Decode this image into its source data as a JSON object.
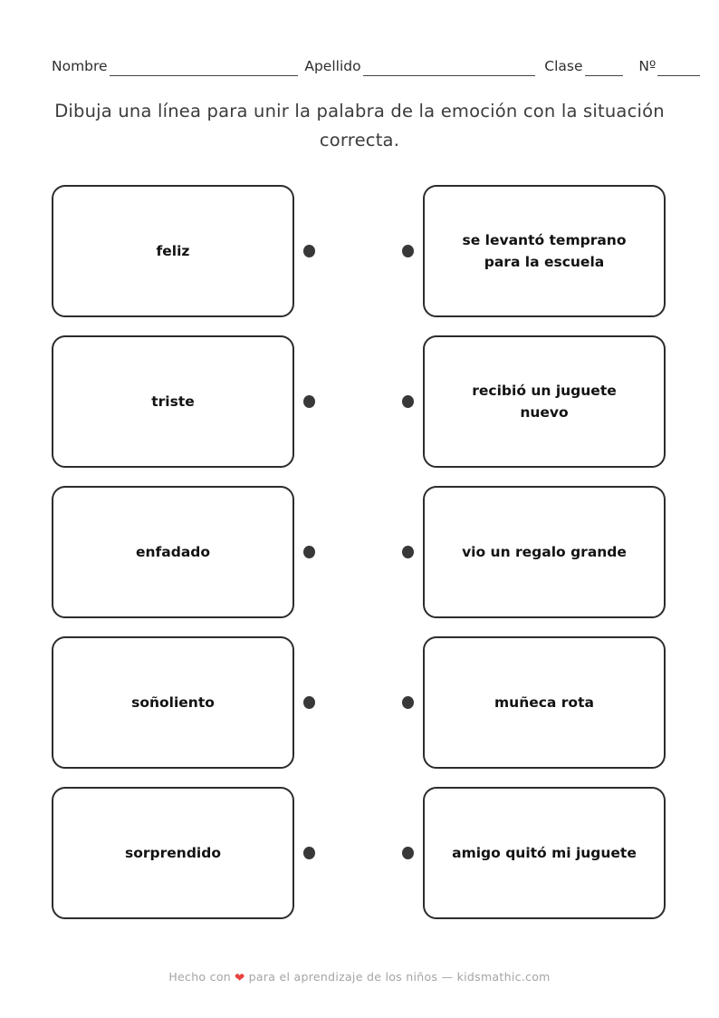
{
  "header": {
    "fields": [
      {
        "label": "Nombre"
      },
      {
        "label": "Apellido"
      },
      {
        "label": "Clase"
      },
      {
        "label": "Nº"
      }
    ]
  },
  "title": "Dibuja una línea para unir la palabra de la emoción con la situación correcta.",
  "pairs": [
    {
      "emotion": "feliz",
      "situation": "se levantó temprano para la escuela"
    },
    {
      "emotion": "triste",
      "situation": "recibió un juguete nuevo"
    },
    {
      "emotion": "enfadado",
      "situation": "vio un regalo grande"
    },
    {
      "emotion": "soñoliento",
      "situation": "muñeca rota"
    },
    {
      "emotion": "sorprendido",
      "situation": "amigo quitó mi juguete"
    }
  ],
  "footer": {
    "made_with": "Hecho con",
    "heart_icon": "❤",
    "credit": "para el aprendizaje de los niños — kidsmathic.com"
  },
  "colors": {
    "card_border": "#2c2c2c",
    "card_text": "#121212",
    "dot": "#383838",
    "title_text": "#3c3c3c",
    "footer_text": "#a4a4a4",
    "heart": "#e8433f"
  }
}
